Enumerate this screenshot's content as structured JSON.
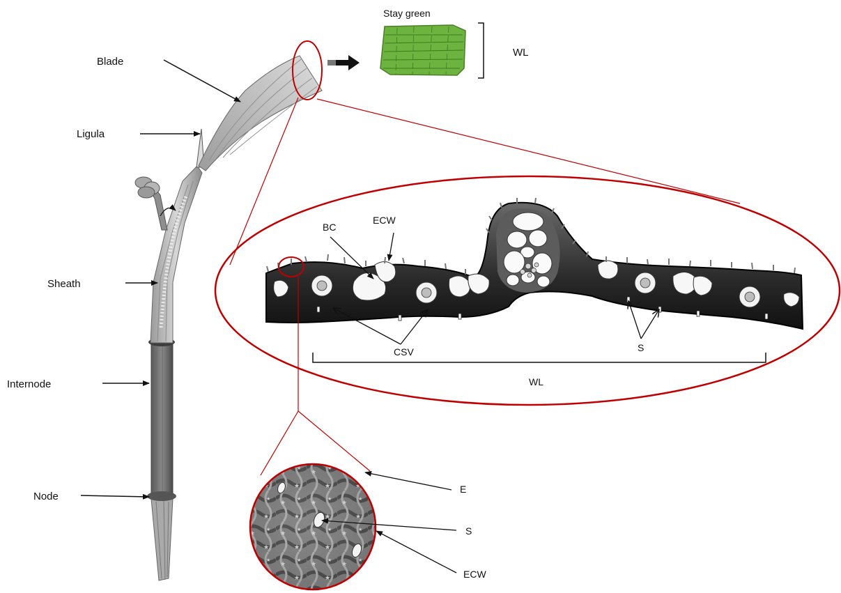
{
  "stem_labels": {
    "blade": "Blade",
    "ligula": "Ligula",
    "sheath": "Sheath",
    "internode": "Internode",
    "node": "Node"
  },
  "leaf_inset": {
    "title": "Stay green",
    "bracket_label": "WL"
  },
  "cross_section": {
    "bc": "BC",
    "ecw": "ECW",
    "csv": "CSV",
    "s": "S",
    "wl": "WL"
  },
  "surface_detail": {
    "e": "E",
    "s": "S",
    "ecw": "ECW"
  },
  "colors": {
    "outline_red": "#c00000",
    "leaf_green": "#6db33f",
    "tissue_dark": "#2b2b2b"
  }
}
